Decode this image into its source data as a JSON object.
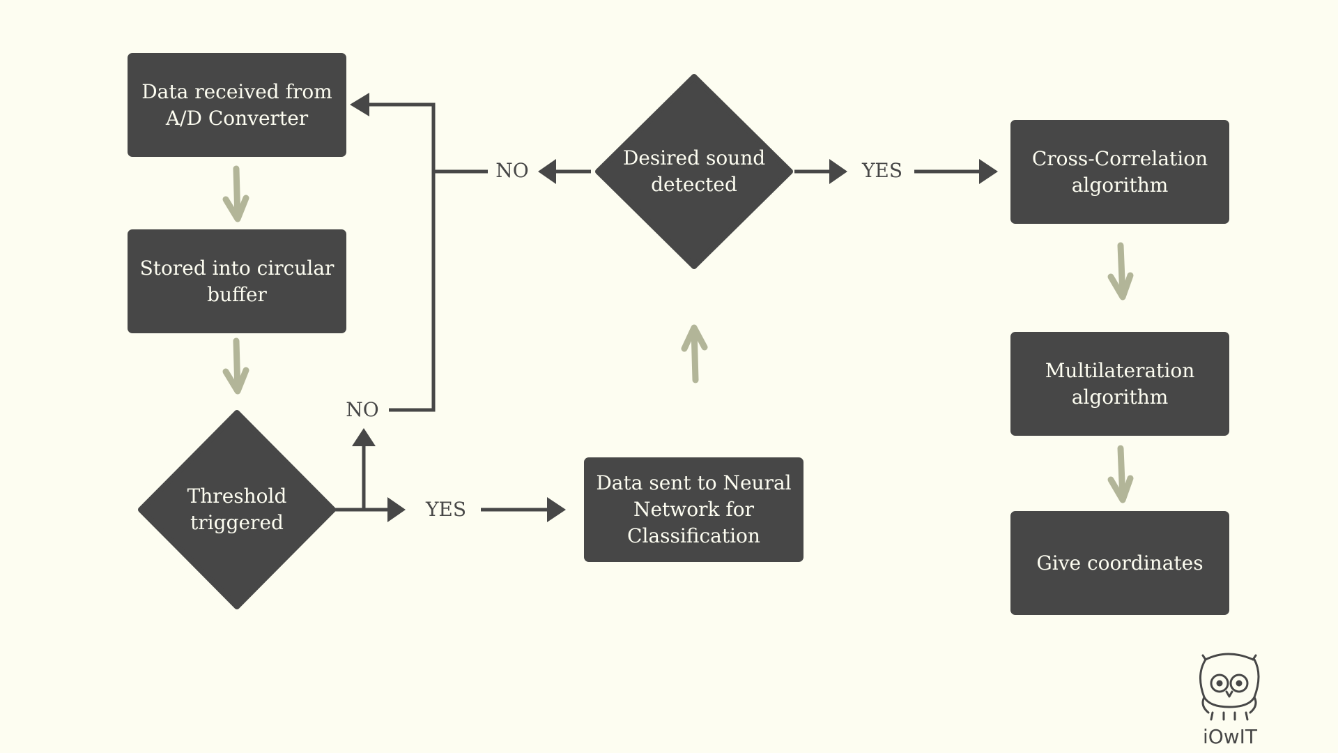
{
  "nodes": {
    "ad_converter": "Data received from A/D Converter",
    "circular_buffer": "Stored into circular buffer",
    "threshold": "Threshold triggered",
    "neural_network": "Data sent to Neural Network for Classification",
    "desired_sound": "Desired sound detected",
    "cross_correlation": "Cross-Correlation algorithm",
    "multilateration": "Multilateration algorithm",
    "coordinates": "Give coordinates"
  },
  "labels": {
    "threshold_no": "NO",
    "threshold_yes": "YES",
    "sound_no": "NO",
    "sound_yes": "YES"
  },
  "logo": {
    "text": "iOwIT"
  },
  "colors": {
    "background": "#fdfdf1",
    "node": "#474747",
    "node_text": "#fdfdf1",
    "flow_arrow": "#474747",
    "step_arrow": "#b2b598"
  }
}
